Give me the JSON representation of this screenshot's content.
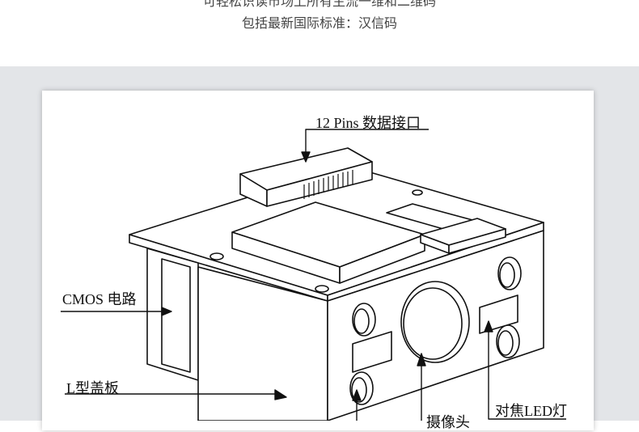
{
  "captions": {
    "line1": "可轻松识读市场上所有主流一维和二维码",
    "line2": "包括最新国际标准：汉信码"
  },
  "diagram": {
    "labels": {
      "pins": "12 Pins 数据接口",
      "cmos": "CMOS 电路",
      "cover": "L型盖板",
      "led": "对焦LED灯",
      "camera": "摄像头"
    }
  }
}
